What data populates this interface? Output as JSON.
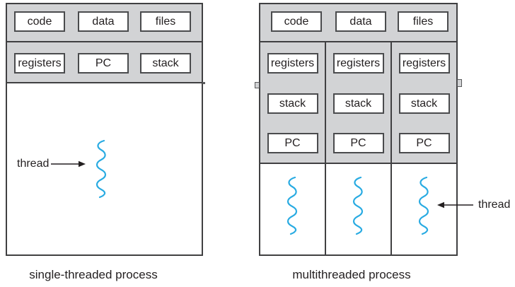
{
  "colors": {
    "panel_gray": "#d2d3d5",
    "border_dark": "#404042",
    "thread_blue": "#29abe2",
    "text": "#231f20",
    "background": "#ffffff"
  },
  "left_process": {
    "shared_row": [
      "code",
      "data",
      "files"
    ],
    "context_row": [
      "registers",
      "PC",
      "stack"
    ],
    "thread_label": "thread",
    "caption": "single-threaded process"
  },
  "right_process": {
    "shared_row": [
      "code",
      "data",
      "files"
    ],
    "columns": [
      [
        "registers",
        "stack",
        "PC"
      ],
      [
        "registers",
        "stack",
        "PC"
      ],
      [
        "registers",
        "stack",
        "PC"
      ]
    ],
    "thread_label": "thread",
    "caption": "multithreaded process"
  }
}
